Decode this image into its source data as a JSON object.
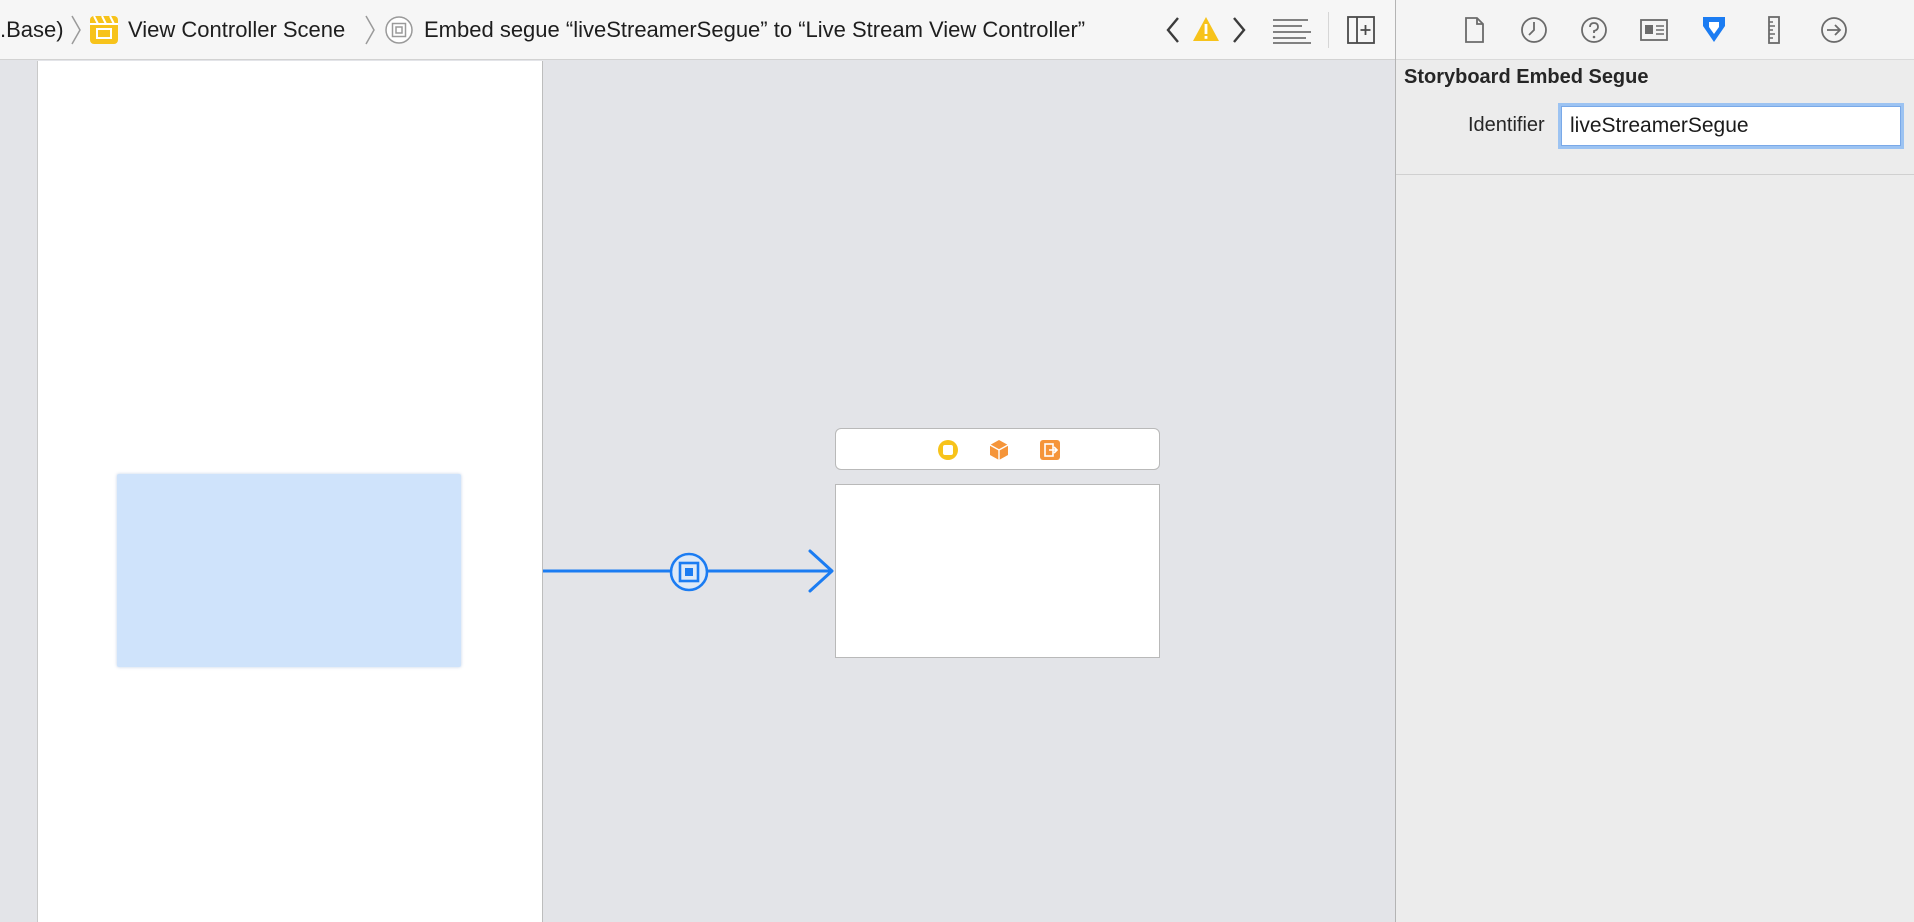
{
  "jumpbar": {
    "crumb_base": ".Base)",
    "crumb_scene": "View Controller Scene",
    "crumb_segue": "Embed segue “liveStreamerSegue” to “Live Stream View Controller”"
  },
  "inspector": {
    "section_title": "Storyboard Embed Segue",
    "identifier_label": "Identifier",
    "identifier_value": "liveStreamerSegue"
  },
  "colors": {
    "accent": "#1b7cf2",
    "warning": "#f7c31b",
    "selection": "#cfe3fb"
  }
}
